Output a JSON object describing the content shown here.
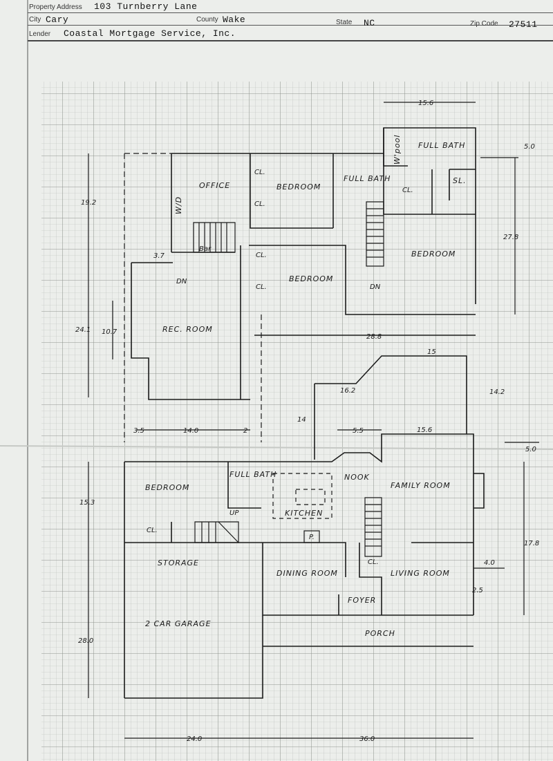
{
  "header": {
    "property_address_label": "Property Address",
    "property_address": "103 Turnberry Lane",
    "city_label": "City",
    "city": "Cary",
    "county_label": "County",
    "county": "Wake",
    "state_label": "State",
    "state": "NC",
    "zip_label": "Zip Code",
    "zip": "27511",
    "lender_label": "Lender",
    "lender": "Coastal Mortgage Service, Inc."
  },
  "rooms": {
    "office": "OFFICE",
    "wd": "W/D",
    "bedroom_upper_1": "BEDROOM",
    "full_bath_upper": "FULL BATH",
    "whirlpool": "W'pool",
    "full_bath_master": "FULL BATH",
    "shower": "SL.",
    "bedroom_master": "BEDROOM",
    "bedroom_upper_2": "BEDROOM",
    "rec_room": "REC. ROOM",
    "bedroom_lower": "BEDROOM",
    "full_bath_lower": "FULL BATH",
    "kitchen": "KITCHEN",
    "nook": "NOOK",
    "family_room": "FAMILY ROOM",
    "storage": "STORAGE",
    "dining_room": "DINING ROOM",
    "living_room": "LIVING ROOM",
    "foyer": "FOYER",
    "garage": "2 CAR GARAGE",
    "porch": "PORCH",
    "closet": "CL.",
    "down": "DN",
    "up": "UP",
    "bar": "Bar",
    "pantry": "P."
  },
  "dimensions": {
    "d_15_6_top": "15.6",
    "d_5_0_top": "5.0",
    "d_19_2": "19.2",
    "d_27_8": "27.8",
    "d_3_7": "3.7",
    "d_24_1": "24.1",
    "d_10_7": "10.7",
    "d_28_8": "28.8",
    "d_15": "15",
    "d_16_2": "16.2",
    "d_14_2": "14.2",
    "d_14": "14",
    "d_3_5": "3.5",
    "d_14_0": "14.0",
    "d_2_a": "2",
    "d_5_5": "5.5",
    "d_15_6_mid": "15.6",
    "d_5_0_mid": "5.0",
    "d_15_3": "15.3",
    "d_17_8": "17.8",
    "d_4_0": "4.0",
    "d_2_5": "2.5",
    "d_28_0": "28.0",
    "d_24_0": "24.0",
    "d_36_0": "36.0"
  },
  "colors": {
    "ink": "#1b1b1b",
    "grid_minor": "#b7bbb7",
    "grid_major": "#8f948f",
    "paper": "#eceeeb"
  }
}
